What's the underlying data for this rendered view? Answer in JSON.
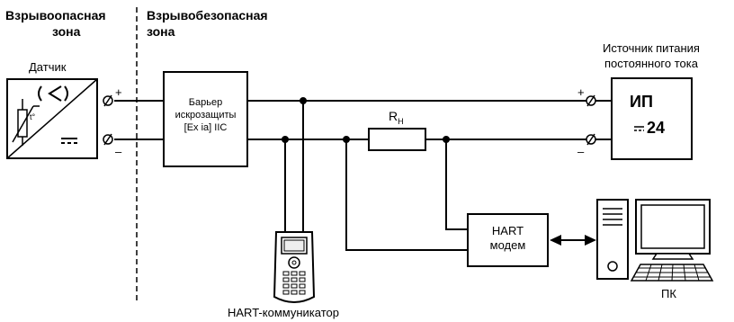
{
  "zones": {
    "hazardous": [
      "Взрывоопасная",
      "зона"
    ],
    "safe": [
      "Взрывобезопасная",
      "зона"
    ]
  },
  "sensor": {
    "label": "Датчик"
  },
  "barrier": {
    "lines": [
      "Барьер",
      "искрозащиты",
      "[Ex ia] IIC"
    ]
  },
  "power_supply": {
    "caption": [
      "Источник питания",
      "постоянного тока"
    ],
    "code": "ИП",
    "voltage": "24"
  },
  "resistor": {
    "label": "R",
    "subscript": "Н"
  },
  "modem": {
    "lines": [
      "HART",
      "модем"
    ]
  },
  "communicator": {
    "label": "HART-коммуникатор"
  },
  "pc": {
    "label": "ПК"
  },
  "polarity": {
    "plus": "+",
    "minus": "–"
  },
  "colors": {
    "line": "#000000",
    "background": "#ffffff"
  }
}
